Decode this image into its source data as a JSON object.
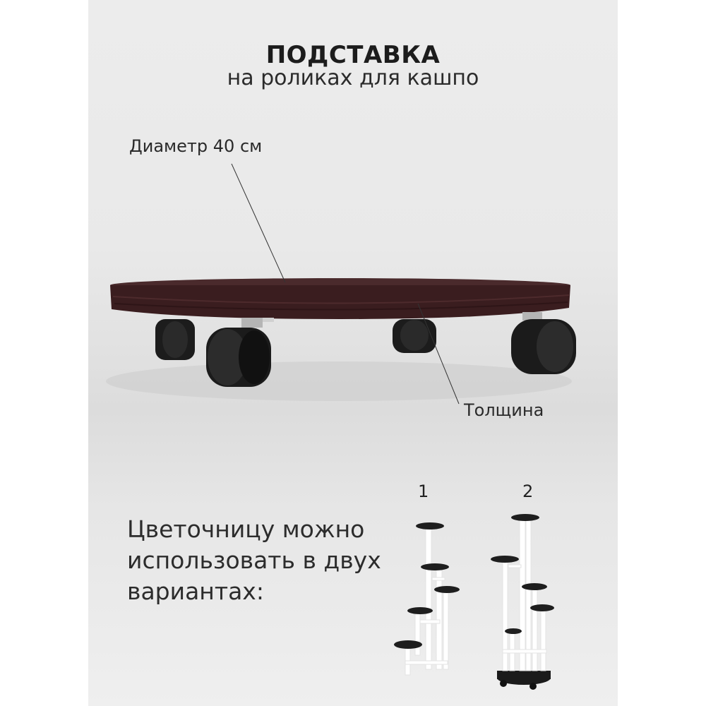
{
  "header": {
    "title": "ПОДСТАВКА",
    "subtitle": "на роликах для кашпо"
  },
  "labels": {
    "diameter": "Диаметр 40 см",
    "thickness": "Толщина"
  },
  "info": {
    "line1": "Цветочницу можно",
    "line2": "использовать в двух",
    "line3": "вариантах:"
  },
  "variants": [
    "1",
    "2"
  ],
  "colors": {
    "wood": "#3a1d1f",
    "wheel": "#1a1a1a",
    "frame": "#ffffff",
    "background": "#e6e6e6"
  },
  "icons": [
    "plant-stand-variant-1",
    "plant-stand-variant-2"
  ]
}
